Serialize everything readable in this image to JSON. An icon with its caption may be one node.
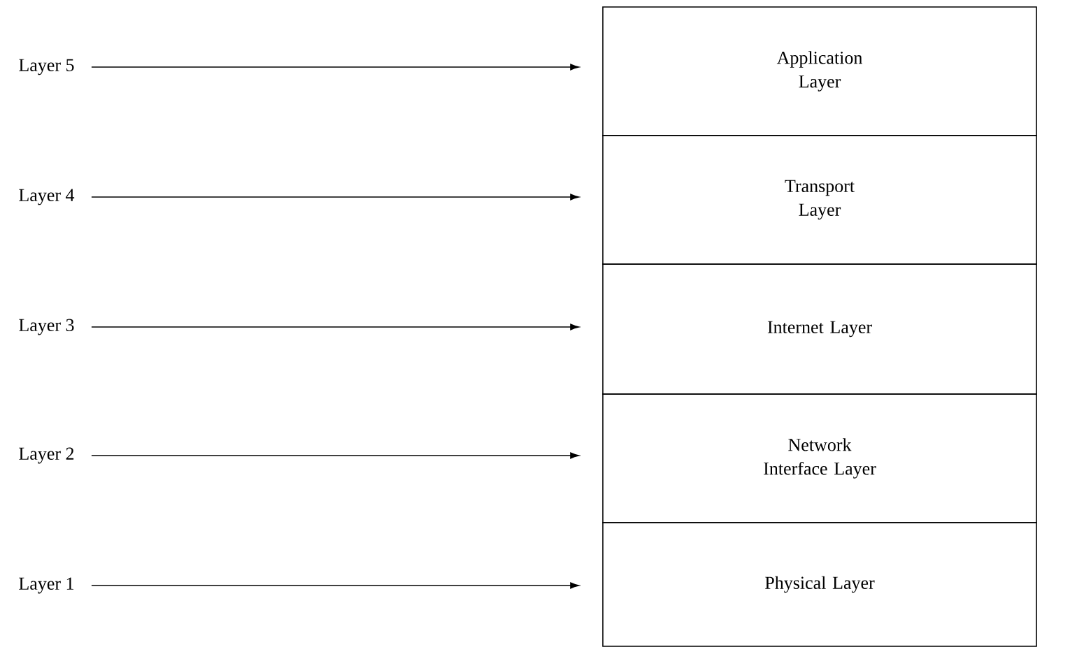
{
  "diagram": {
    "nodes": [
      {
        "text": [
          "Layer 5"
        ]
      },
      {
        "text": [
          "Layer 4"
        ]
      },
      {
        "text": [
          "Layer 3"
        ]
      },
      {
        "text": [
          "Layer 2"
        ]
      },
      {
        "text": [
          "Layer 1"
        ]
      },
      {
        "text": [
          "Application Layer"
        ]
      },
      {
        "text": [
          "Transport Layer"
        ]
      },
      {
        "text": [
          "Internet Layer"
        ]
      },
      {
        "text": [
          "Network Interface Layer"
        ]
      },
      {
        "text": [
          "Physical Layer"
        ]
      }
    ],
    "edges": [
      {
        "from": 0,
        "to": 5,
        "arrow": "to"
      },
      {
        "from": 1,
        "to": 6,
        "arrow": "to"
      },
      {
        "from": 2,
        "to": 7,
        "arrow": "to"
      },
      {
        "from": 3,
        "to": 8,
        "arrow": "to"
      },
      {
        "from": 4,
        "to": 9,
        "arrow": "to"
      }
    ]
  }
}
